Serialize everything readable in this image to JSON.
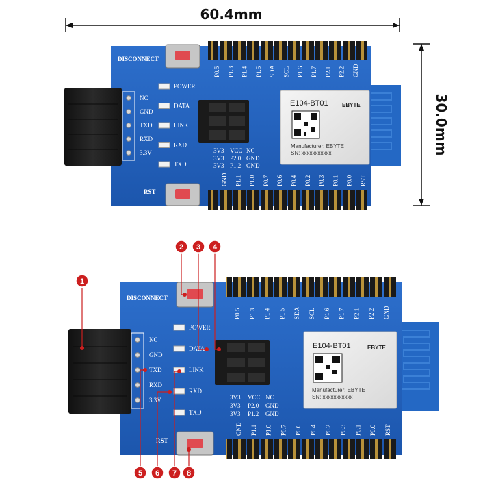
{
  "dimensions": {
    "width": "60.4mm",
    "height": "30.0mm"
  },
  "module": {
    "model": "E104-BT01",
    "brand": "EBYTE",
    "manufacturer": "Manufacturer: EBYTE",
    "sn": "SN: xxxxxxxxxxx"
  },
  "labels": {
    "disconnect": "DISCONNECT",
    "rst": "RST",
    "left_pins": [
      "NC",
      "GND",
      "TXD",
      "RXD",
      "3.3V"
    ],
    "leds": [
      "POWER",
      "DATA",
      "LINK",
      "RXD",
      "TXD"
    ],
    "top_pins": [
      "P0.5",
      "P1.3",
      "P1.4",
      "P1.5",
      "SDA",
      "SCL",
      "P1.6",
      "P1.7",
      "P2.1",
      "P2.2",
      "GND"
    ],
    "bottom_pins": [
      "GND",
      "P1.1",
      "P1.0",
      "P0.7",
      "P0.6",
      "P0.4",
      "P0.2",
      "P0.3",
      "P0.1",
      "P0.0",
      "RST"
    ],
    "jumper_rows": [
      [
        "3V3",
        "VCC",
        "NC"
      ],
      [
        "3V3",
        "P2.0",
        "GND"
      ],
      [
        "3V3",
        "P1.2",
        "GND"
      ]
    ]
  },
  "callouts": [
    "1",
    "2",
    "3",
    "4",
    "5",
    "6",
    "7",
    "8"
  ],
  "colors": {
    "pcb": "#1f5cb4",
    "callout": "#cc1f1f",
    "button": "#e04a50",
    "header": "#1a1a1a"
  }
}
